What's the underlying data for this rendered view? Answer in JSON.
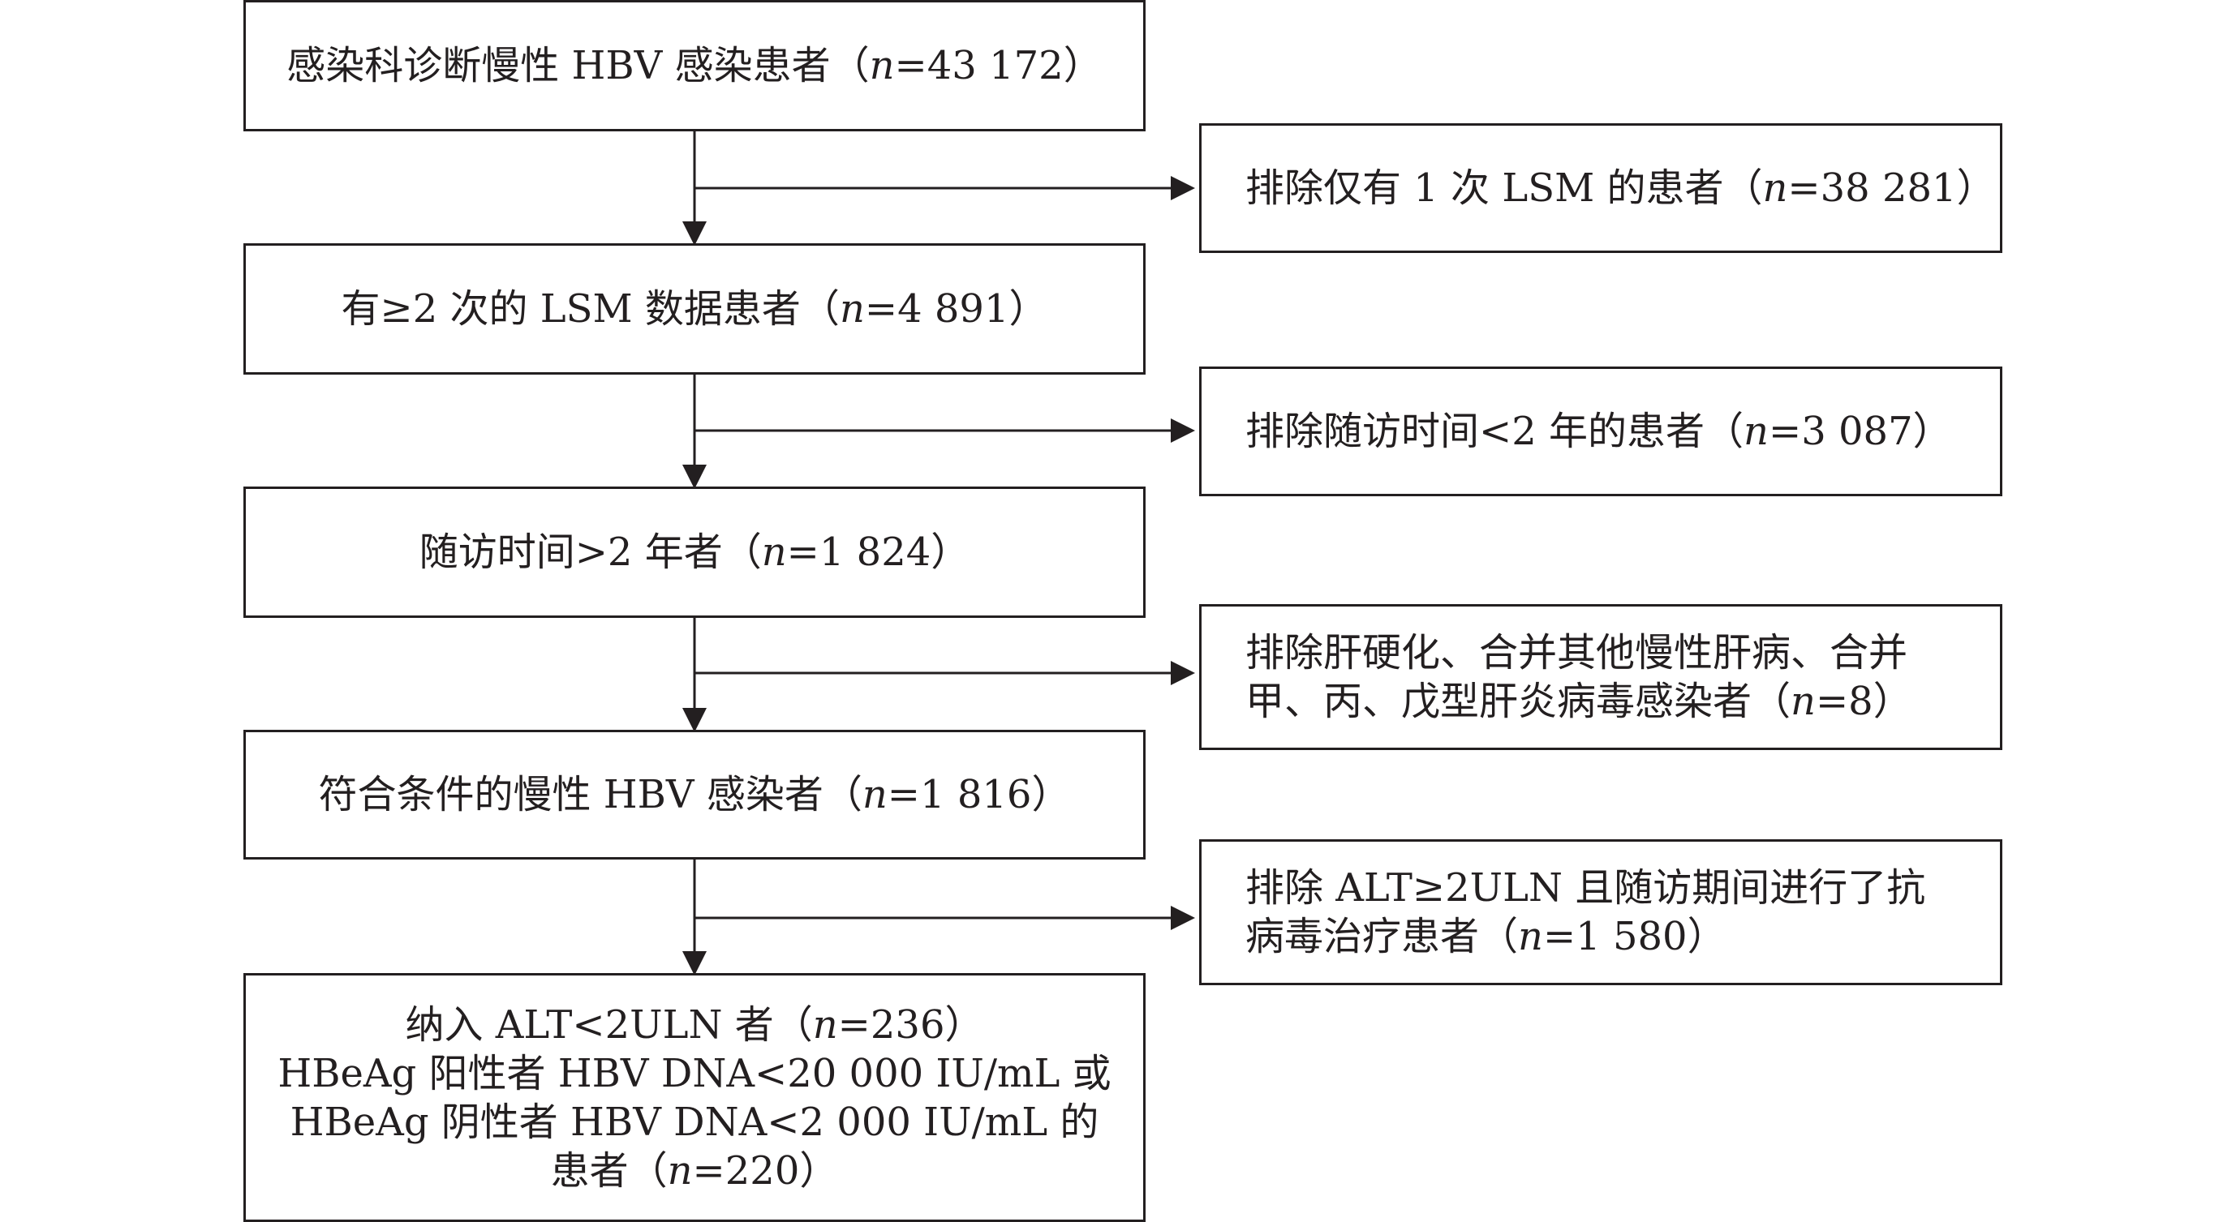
{
  "main_flow": [
    {
      "id": "b1",
      "text": "感染科诊断慢性 HBV 感染患者",
      "n_symbol": "n",
      "n_value": "=43 172"
    },
    {
      "id": "b2",
      "text": "有≥2 次的 LSM 数据患者",
      "n_symbol": "n",
      "n_value": "=4 891"
    },
    {
      "id": "b3",
      "text": "随访时间>2 年者",
      "n_symbol": "n",
      "n_value": "=1 824"
    },
    {
      "id": "b4",
      "text": "符合条件的慢性 HBV 感染者",
      "n_symbol": "n",
      "n_value": "=1 816"
    }
  ],
  "final_box": {
    "line1_text": "纳入 ALT<2ULN 者",
    "line1_n_symbol": "n",
    "line1_n_value": "=236",
    "line2": "HBeAg 阳性者 HBV DNA<20 000 IU/mL 或",
    "line3": "HBeAg 阴性者 HBV DNA<2 000 IU/mL 的",
    "line4_text": "患者",
    "line4_n_symbol": "n",
    "line4_n_value": "=220"
  },
  "exclusions": [
    {
      "id": "e1",
      "lines": [
        "排除仅有 1 次 LSM 的患者"
      ],
      "n_symbol": "n",
      "n_value": "=38 281"
    },
    {
      "id": "e2",
      "lines": [
        "排除随访时间<2 年的患者"
      ],
      "n_symbol": "n",
      "n_value": "=3 087"
    },
    {
      "id": "e3",
      "lines": [
        "排除肝硬化、合并其他慢性肝病、合并",
        "甲、丙、戊型肝炎病毒感染者"
      ],
      "n_symbol": "n",
      "n_value": "=8"
    },
    {
      "id": "e4",
      "lines": [
        "排除 ALT≥2ULN 且随访期间进行了抗",
        "病毒治疗患者"
      ],
      "n_symbol": "n",
      "n_value": "=1 580"
    }
  ],
  "colors": {
    "stroke": "#231f20",
    "background": "#ffffff"
  }
}
